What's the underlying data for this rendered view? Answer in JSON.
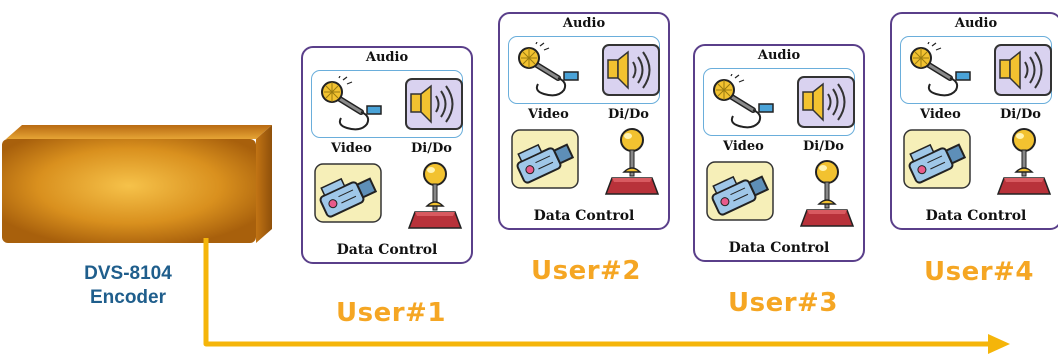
{
  "encoder": {
    "label_line1": "DVS-8104",
    "label_line2": "Encoder"
  },
  "panel_labels": {
    "audio": "Audio",
    "video": "Video",
    "dido": "Di/Do",
    "data_control": "Data Control"
  },
  "users": [
    {
      "label": "User#1"
    },
    {
      "label": "User#2"
    },
    {
      "label": "User#3"
    },
    {
      "label": "User#4"
    }
  ],
  "colors": {
    "encoder_box": "#d9901e",
    "arrow": "#f5b50a",
    "user_label": "#f5a623",
    "panel_border": "#5a3f8a",
    "audio_border": "#6aaedb",
    "encoder_label": "#1f5e8c"
  },
  "icons": [
    "microphone-icon",
    "speaker-icon",
    "video-camera-icon",
    "joystick-icon"
  ]
}
